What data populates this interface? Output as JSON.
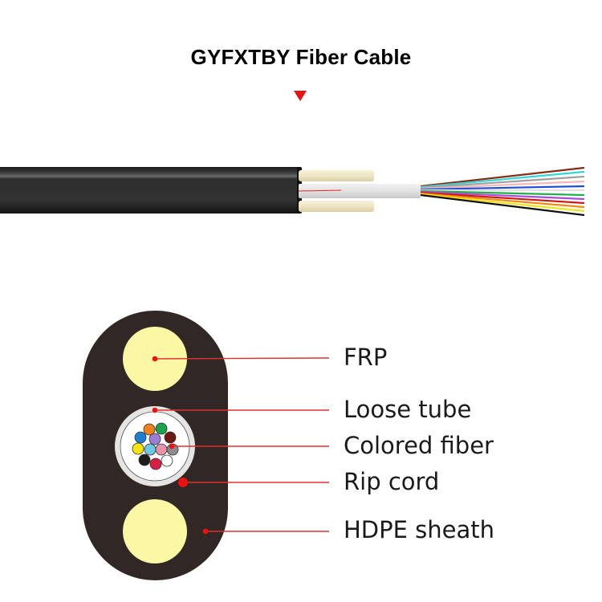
{
  "header": {
    "title": "GYFXTBY Fiber Cable"
  },
  "cable_side_view": {
    "sheath_color": "#2b2b2b",
    "frp_color": "#ede6c8",
    "loose_tube_color": "#e6e6e6",
    "rip_cord_color": "#e22222",
    "fiber_colors": [
      "#8b2a12",
      "#33d6d6",
      "#a0a0a0",
      "#f4b8b8",
      "#1e4ed8",
      "#e8e8e8",
      "#22b04a",
      "#a84fd6",
      "#d01818",
      "#f08a10",
      "#f2e21a",
      "#111111"
    ]
  },
  "cross_section": {
    "sheath_color": "#312826",
    "frp_color": "#fbf7a4",
    "tube_outer_color": "#e4e4e4",
    "tube_inner_color": "#ffffff",
    "marker_color": "#ee1111",
    "fiber_colors": [
      "#f0821e",
      "#1aa34a",
      "#1e7fd0",
      "#9b7fd6",
      "#6b1a12",
      "#f7e30f",
      "#6ec8e4",
      "#e892aa",
      "#8c8c8c",
      "#1c1c1c",
      "#d81e44",
      "#ffffff"
    ]
  },
  "labels": [
    {
      "id": "frp",
      "text": "FRP"
    },
    {
      "id": "loose-tube",
      "text": "Loose tube"
    },
    {
      "id": "colored-fiber",
      "text": "Colored fiber"
    },
    {
      "id": "rip-cord",
      "text": "Rip cord"
    },
    {
      "id": "hdpe-sheath",
      "text": "HDPE sheath"
    }
  ]
}
